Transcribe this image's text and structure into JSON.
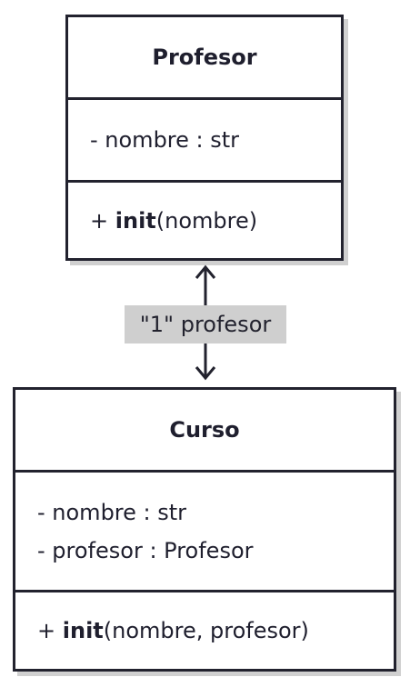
{
  "classes": {
    "profesor": {
      "name": "Profesor",
      "attributes": [
        "- nombre : str"
      ],
      "methods": [
        {
          "prefix": "+ ",
          "name": "init",
          "params": "(nombre)"
        }
      ]
    },
    "curso": {
      "name": "Curso",
      "attributes": [
        "- nombre : str",
        "- profesor : Profesor"
      ],
      "methods": [
        {
          "prefix": "+ ",
          "name": "init",
          "params": "(nombre, profesor)"
        }
      ]
    }
  },
  "association": {
    "label": "\"1\" profesor",
    "direction": "bidirectional"
  },
  "colors": {
    "line": "#22222e",
    "shadow": "#d0d0d0",
    "label_bg": "#cfcfcf"
  }
}
